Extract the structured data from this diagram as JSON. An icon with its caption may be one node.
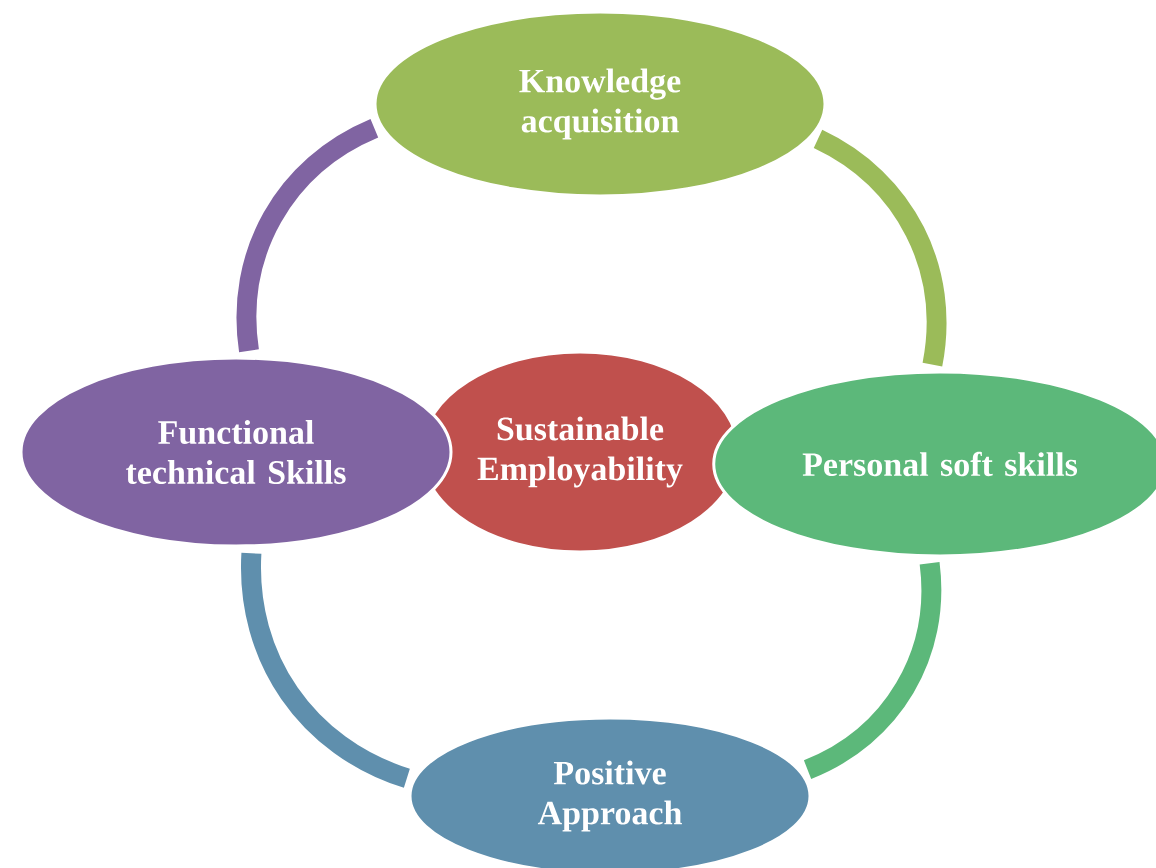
{
  "diagram": {
    "nodes": [
      {
        "text": [
          "Knowledge acquisition"
        ]
      },
      {
        "text": [
          "Personal soft skills"
        ]
      },
      {
        "text": [
          "Positive Approach"
        ]
      },
      {
        "text": [
          "Functional technical Skills"
        ]
      },
      {
        "text": [
          "Sustainable Employability"
        ]
      }
    ],
    "edges": [
      {
        "from": 0,
        "to": 1,
        "arrow": "none",
        "color": "#9bbb59"
      },
      {
        "from": 1,
        "to": 2,
        "arrow": "none",
        "color": "#5cb87a"
      },
      {
        "from": 2,
        "to": 3,
        "arrow": "none",
        "color": "#5f8fad"
      },
      {
        "from": 3,
        "to": 0,
        "arrow": "none",
        "color": "#8064a2"
      }
    ]
  }
}
